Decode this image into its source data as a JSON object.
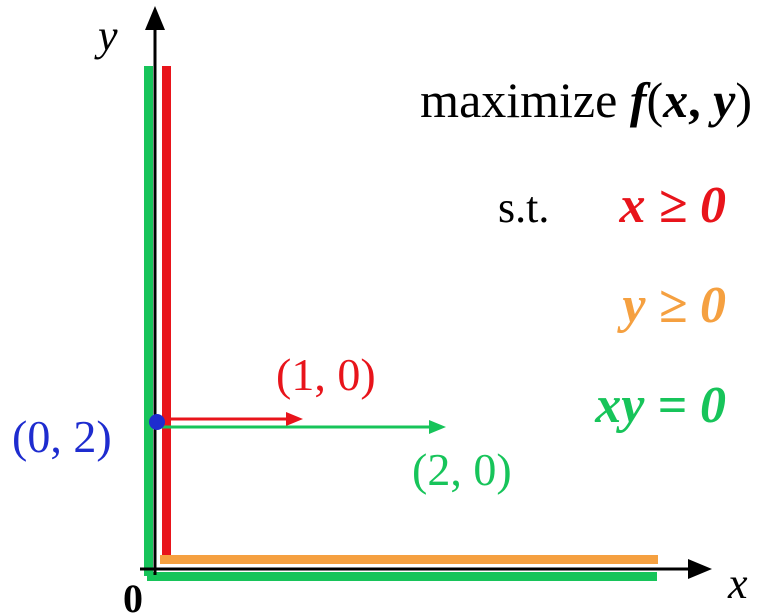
{
  "axes": {
    "x_label": "x",
    "y_label": "y",
    "origin_label": "0"
  },
  "problem": {
    "objective_prefix": "maximize ",
    "objective_func": "f",
    "objective_open": "(",
    "objective_var1": "x",
    "objective_comma": ", ",
    "objective_var2": "y",
    "objective_close": ")",
    "st_label": "s.t.",
    "constraint_1": "x ≥ 0",
    "constraint_2": "y ≥ 0",
    "constraint_3": "xy = 0"
  },
  "points": {
    "point_label": "(0, 2)",
    "vector_red_label": "(1, 0)",
    "vector_green_label": "(2, 0)"
  },
  "colors": {
    "red": "#e8141b",
    "orange": "#f5a040",
    "green": "#17c45a",
    "blue": "#1e2ccf",
    "black": "#000000"
  }
}
